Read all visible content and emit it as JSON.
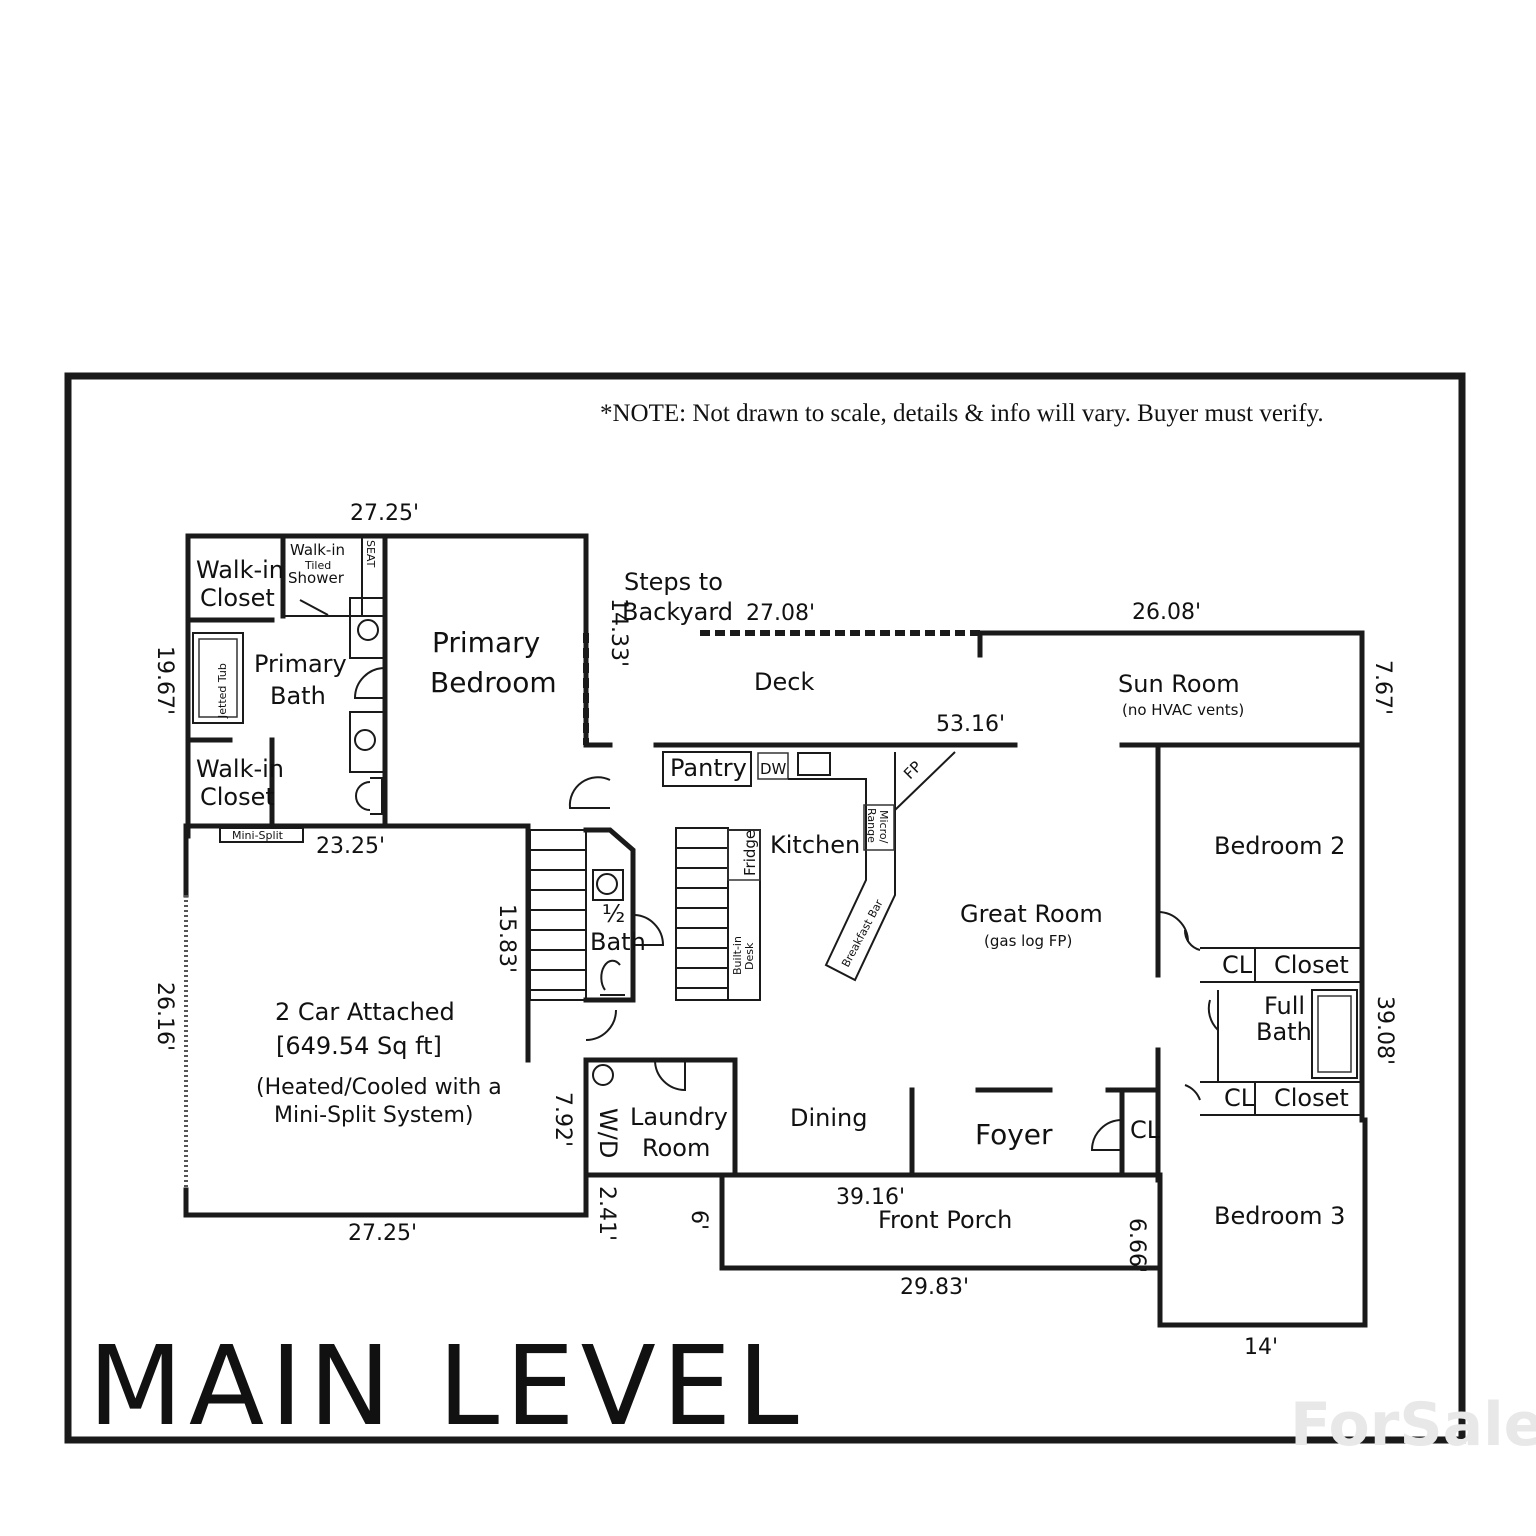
{
  "note": "*NOTE: Not drawn to scale, details & info will vary.  Buyer must verify.",
  "title": "MAIN LEVEL",
  "watermark": "ForSale",
  "rooms": {
    "walk_in_closet_1": [
      "Walk-in",
      "Closet"
    ],
    "walk_in_closet_2": [
      "Walk-in",
      "Closet"
    ],
    "shower": [
      "Walk-in",
      "Tiled",
      "Shower"
    ],
    "seat": "SEAT",
    "jetted_tub": "Jetted Tub",
    "primary_bath": [
      "Primary",
      "Bath"
    ],
    "primary_bedroom": [
      "Primary",
      "Bedroom"
    ],
    "mini_split": "Mini-Split",
    "steps": [
      "Steps to",
      "Backyard"
    ],
    "deck": "Deck",
    "sun_room": "Sun Room",
    "sun_room_note": "(no HVAC vents)",
    "pantry": "Pantry",
    "dw": "DW",
    "fp": "FP",
    "micro": "Micro/",
    "range": "Range",
    "fridge": "Fridge",
    "kitchen": "Kitchen",
    "breakfast_bar": "Breakfast Bar",
    "built_in_desk": [
      "Built-in",
      "Desk"
    ],
    "half_bath": [
      "½",
      "Bath"
    ],
    "great_room": "Great Room",
    "great_room_note": "(gas log FP)",
    "bedroom2": "Bedroom 2",
    "bedroom3": "Bedroom 3",
    "cl": "CL",
    "closet": "Closet",
    "full_bath": [
      "Full",
      "Bath"
    ],
    "garage": [
      "2 Car Attached",
      "[649.54 Sq ft]",
      "(Heated/Cooled with a",
      "Mini-Split System)"
    ],
    "wd": "W/D",
    "laundry": [
      "Laundry",
      "Room"
    ],
    "dining": "Dining",
    "foyer": "Foyer",
    "front_porch": "Front Porch"
  },
  "dimensions": {
    "primary_top": "27.25'",
    "primary_left": "19.67'",
    "primary_bottom": "23.25'",
    "deck_left": "14.33'",
    "deck_top": "27.08'",
    "sun_top": "26.08'",
    "sun_right": "7.67'",
    "deck_bottom": "53.16'",
    "stair": "15.83'",
    "garage_left": "26.16'",
    "garage_bottom": "27.25'",
    "laundry_left": "7.92'",
    "porch_step": "2.41'",
    "porch_left": "6'",
    "porch_top": "39.16'",
    "porch_bottom": "29.83'",
    "porch_right": "6.66'",
    "right_side": "39.08'",
    "bed3_bottom": "14'"
  }
}
